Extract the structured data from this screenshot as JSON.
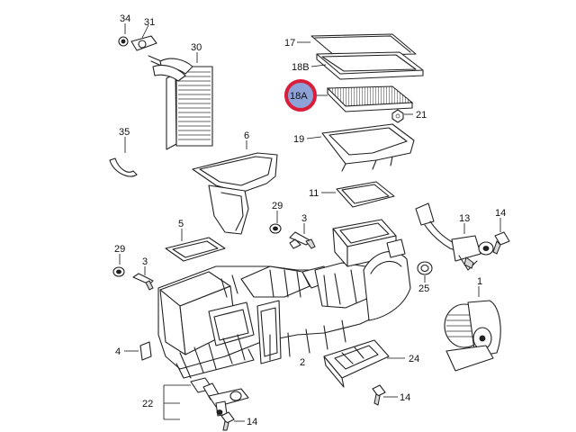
{
  "diagram": {
    "highlight_color": "#d81e3a",
    "highlight_fill": "#8da2d6",
    "highlighted_part": "18A",
    "labels": {
      "p34": "34",
      "p31": "31",
      "p30": "30",
      "p17": "17",
      "p18B": "18B",
      "p18A": "18A",
      "p21": "21",
      "p35": "35",
      "p6": "6",
      "p19": "19",
      "p11": "11",
      "p29a": "29",
      "p3a": "3",
      "p5": "5",
      "p29b": "29",
      "p3b": "3",
      "p13": "13",
      "p14a": "14",
      "p25": "25",
      "p1": "1",
      "p4": "4",
      "p2": "2",
      "p24": "24",
      "p22": "22",
      "p14b": "14",
      "p14c": "14"
    }
  }
}
